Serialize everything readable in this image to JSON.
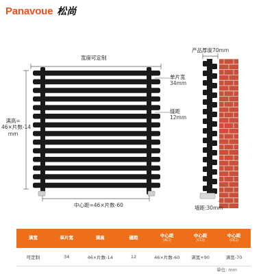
{
  "brand": {
    "name_en": "Panavoue",
    "name_cn": "松尚",
    "color": "#e8511c"
  },
  "front_view": {
    "width_label": "宽度可定制",
    "height_label_1": "满高=",
    "height_label_2": "46×片数-14",
    "height_label_3": "mm",
    "piece_width_1": "单片宽",
    "piece_width_2": "34mm",
    "gap_1": "缝距",
    "gap_2": "12mm",
    "center_label": "中心距=46×片数-60",
    "bar_color": "#1a1a1a"
  },
  "side_view": {
    "thickness_label": "产品厚度70mm",
    "wall_distance_label": "墙距:30mm",
    "brick_color": "#c9503a"
  },
  "table": {
    "headers": [
      {
        "main": "满宽",
        "sub": ""
      },
      {
        "main": "单片宽",
        "sub": ""
      },
      {
        "main": "满高",
        "sub": ""
      },
      {
        "main": "缝距",
        "sub": ""
      },
      {
        "main": "中心距",
        "sub": "(A口)"
      },
      {
        "main": "中心距",
        "sub": "(C口)"
      },
      {
        "main": "中心距",
        "sub": "(D口)"
      }
    ],
    "row": [
      "可定制",
      "34",
      "46×片数-14",
      "12",
      "46×片数-60",
      "满宽+90",
      "满宽-70"
    ],
    "unit": "单位: mm",
    "header_color": "#ee6e1a"
  }
}
